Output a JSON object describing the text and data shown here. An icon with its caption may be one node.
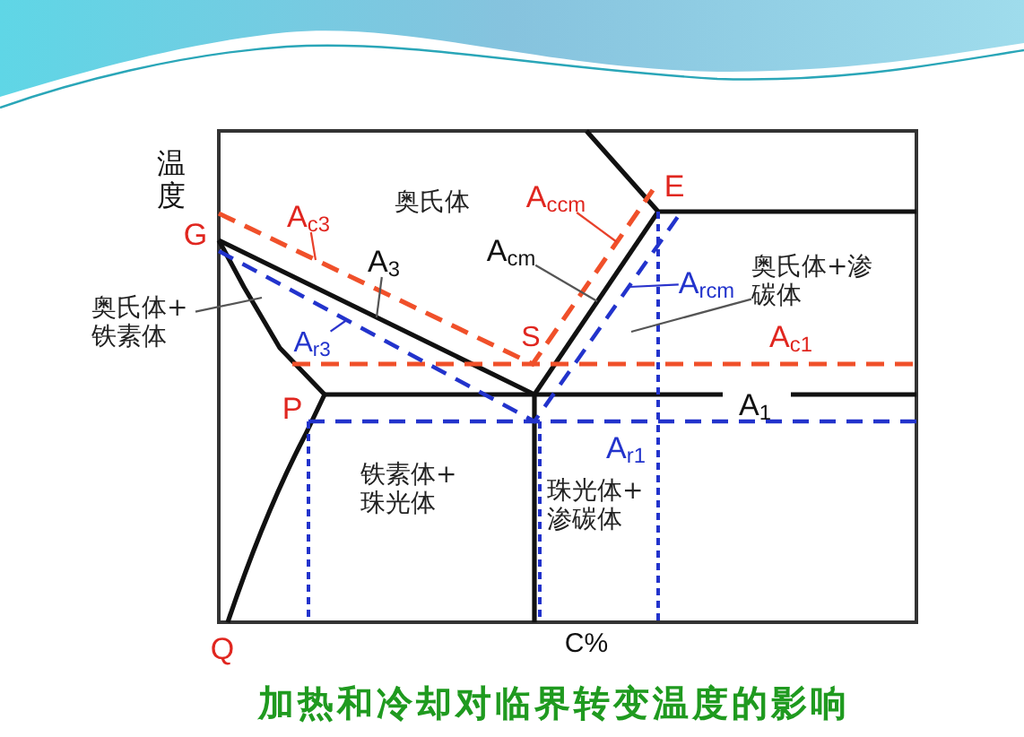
{
  "diagram": {
    "caption": "加热和冷却对临界转变温度的影响",
    "nodes": [
      {
        "text": [
          "A$_{ccm}$"
        ]
      },
      {
        "text": [
          "A$_{c3}$"
        ]
      },
      {
        "text": [
          "A$_{cm}$"
        ]
      },
      {
        "text": [
          "A$_{3}$"
        ]
      },
      {
        "text": [
          "奥氏体+渗碳体"
        ]
      },
      {
        "text": [
          "A$_{rcm}$"
        ]
      },
      {
        "text": [
          "奥氏体+铁素体"
        ]
      },
      {
        "text": [
          "A$_{r3}$"
        ]
      }
    ],
    "edges": [
      {
        "from": 0,
        "to": null,
        "arrow": "none",
        "color": "#e8402a"
      },
      {
        "from": 1,
        "to": null,
        "arrow": "none",
        "color": "#e8402a"
      },
      {
        "from": 2,
        "to": null,
        "arrow": "none"
      },
      {
        "from": 3,
        "to": null,
        "arrow": "none"
      },
      {
        "from": 4,
        "to": null,
        "arrow": "none"
      },
      {
        "from": 5,
        "to": null,
        "arrow": "none",
        "color": "#2a33cc"
      },
      {
        "from": 6,
        "to": null,
        "arrow": "none"
      },
      {
        "from": 7,
        "to": null,
        "arrow": "none",
        "color": "#2a33cc"
      }
    ],
    "labels": [
      "温度",
      "E",
      "奥氏体",
      "G",
      "A$_{c1}$",
      "S",
      "A$_{1}$",
      "P",
      "A$_{r1}$",
      "铁素体+珠光体",
      "珠光体+渗碳体",
      "Q",
      "C%"
    ]
  }
}
